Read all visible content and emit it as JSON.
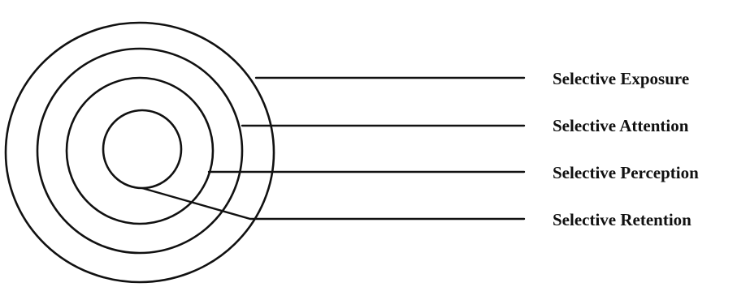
{
  "labels": {
    "exposure": "Selective Exposure",
    "attention": "Selective Attention",
    "perception": "Selective Perception",
    "retention": "Selective Retention"
  },
  "colors": {
    "stroke": "#111111",
    "background": "#ffffff"
  }
}
